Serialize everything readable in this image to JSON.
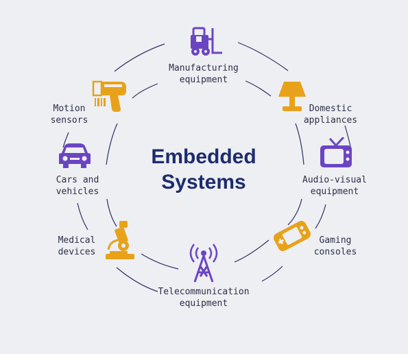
{
  "diagram": {
    "title_line1": "Embedded",
    "title_line2": "Systems",
    "nodes": [
      {
        "icon": "forklift-icon",
        "line1": "Manufacturing",
        "line2": "equipment"
      },
      {
        "icon": "lamp-icon",
        "line1": "Domestic",
        "line2": "appliances"
      },
      {
        "icon": "tv-icon",
        "line1": "Audio-visual",
        "line2": "equipment"
      },
      {
        "icon": "gamepad-icon",
        "line1": "Gaming",
        "line2": "consoles"
      },
      {
        "icon": "antenna-tower-icon",
        "line1": "Telecommunication",
        "line2": "equipment"
      },
      {
        "icon": "microscope-icon",
        "line1": "Medical",
        "line2": "devices"
      },
      {
        "icon": "car-icon",
        "line1": "Cars and",
        "line2": "vehicles"
      },
      {
        "icon": "barcode-scanner-icon",
        "line1": "Motion",
        "line2": "sensors"
      }
    ],
    "colors": {
      "purple": "#6a45c2",
      "orange": "#e8a21a",
      "title": "#1d2c6e",
      "ring": "#2b3160",
      "background": "#eeeff3"
    }
  }
}
